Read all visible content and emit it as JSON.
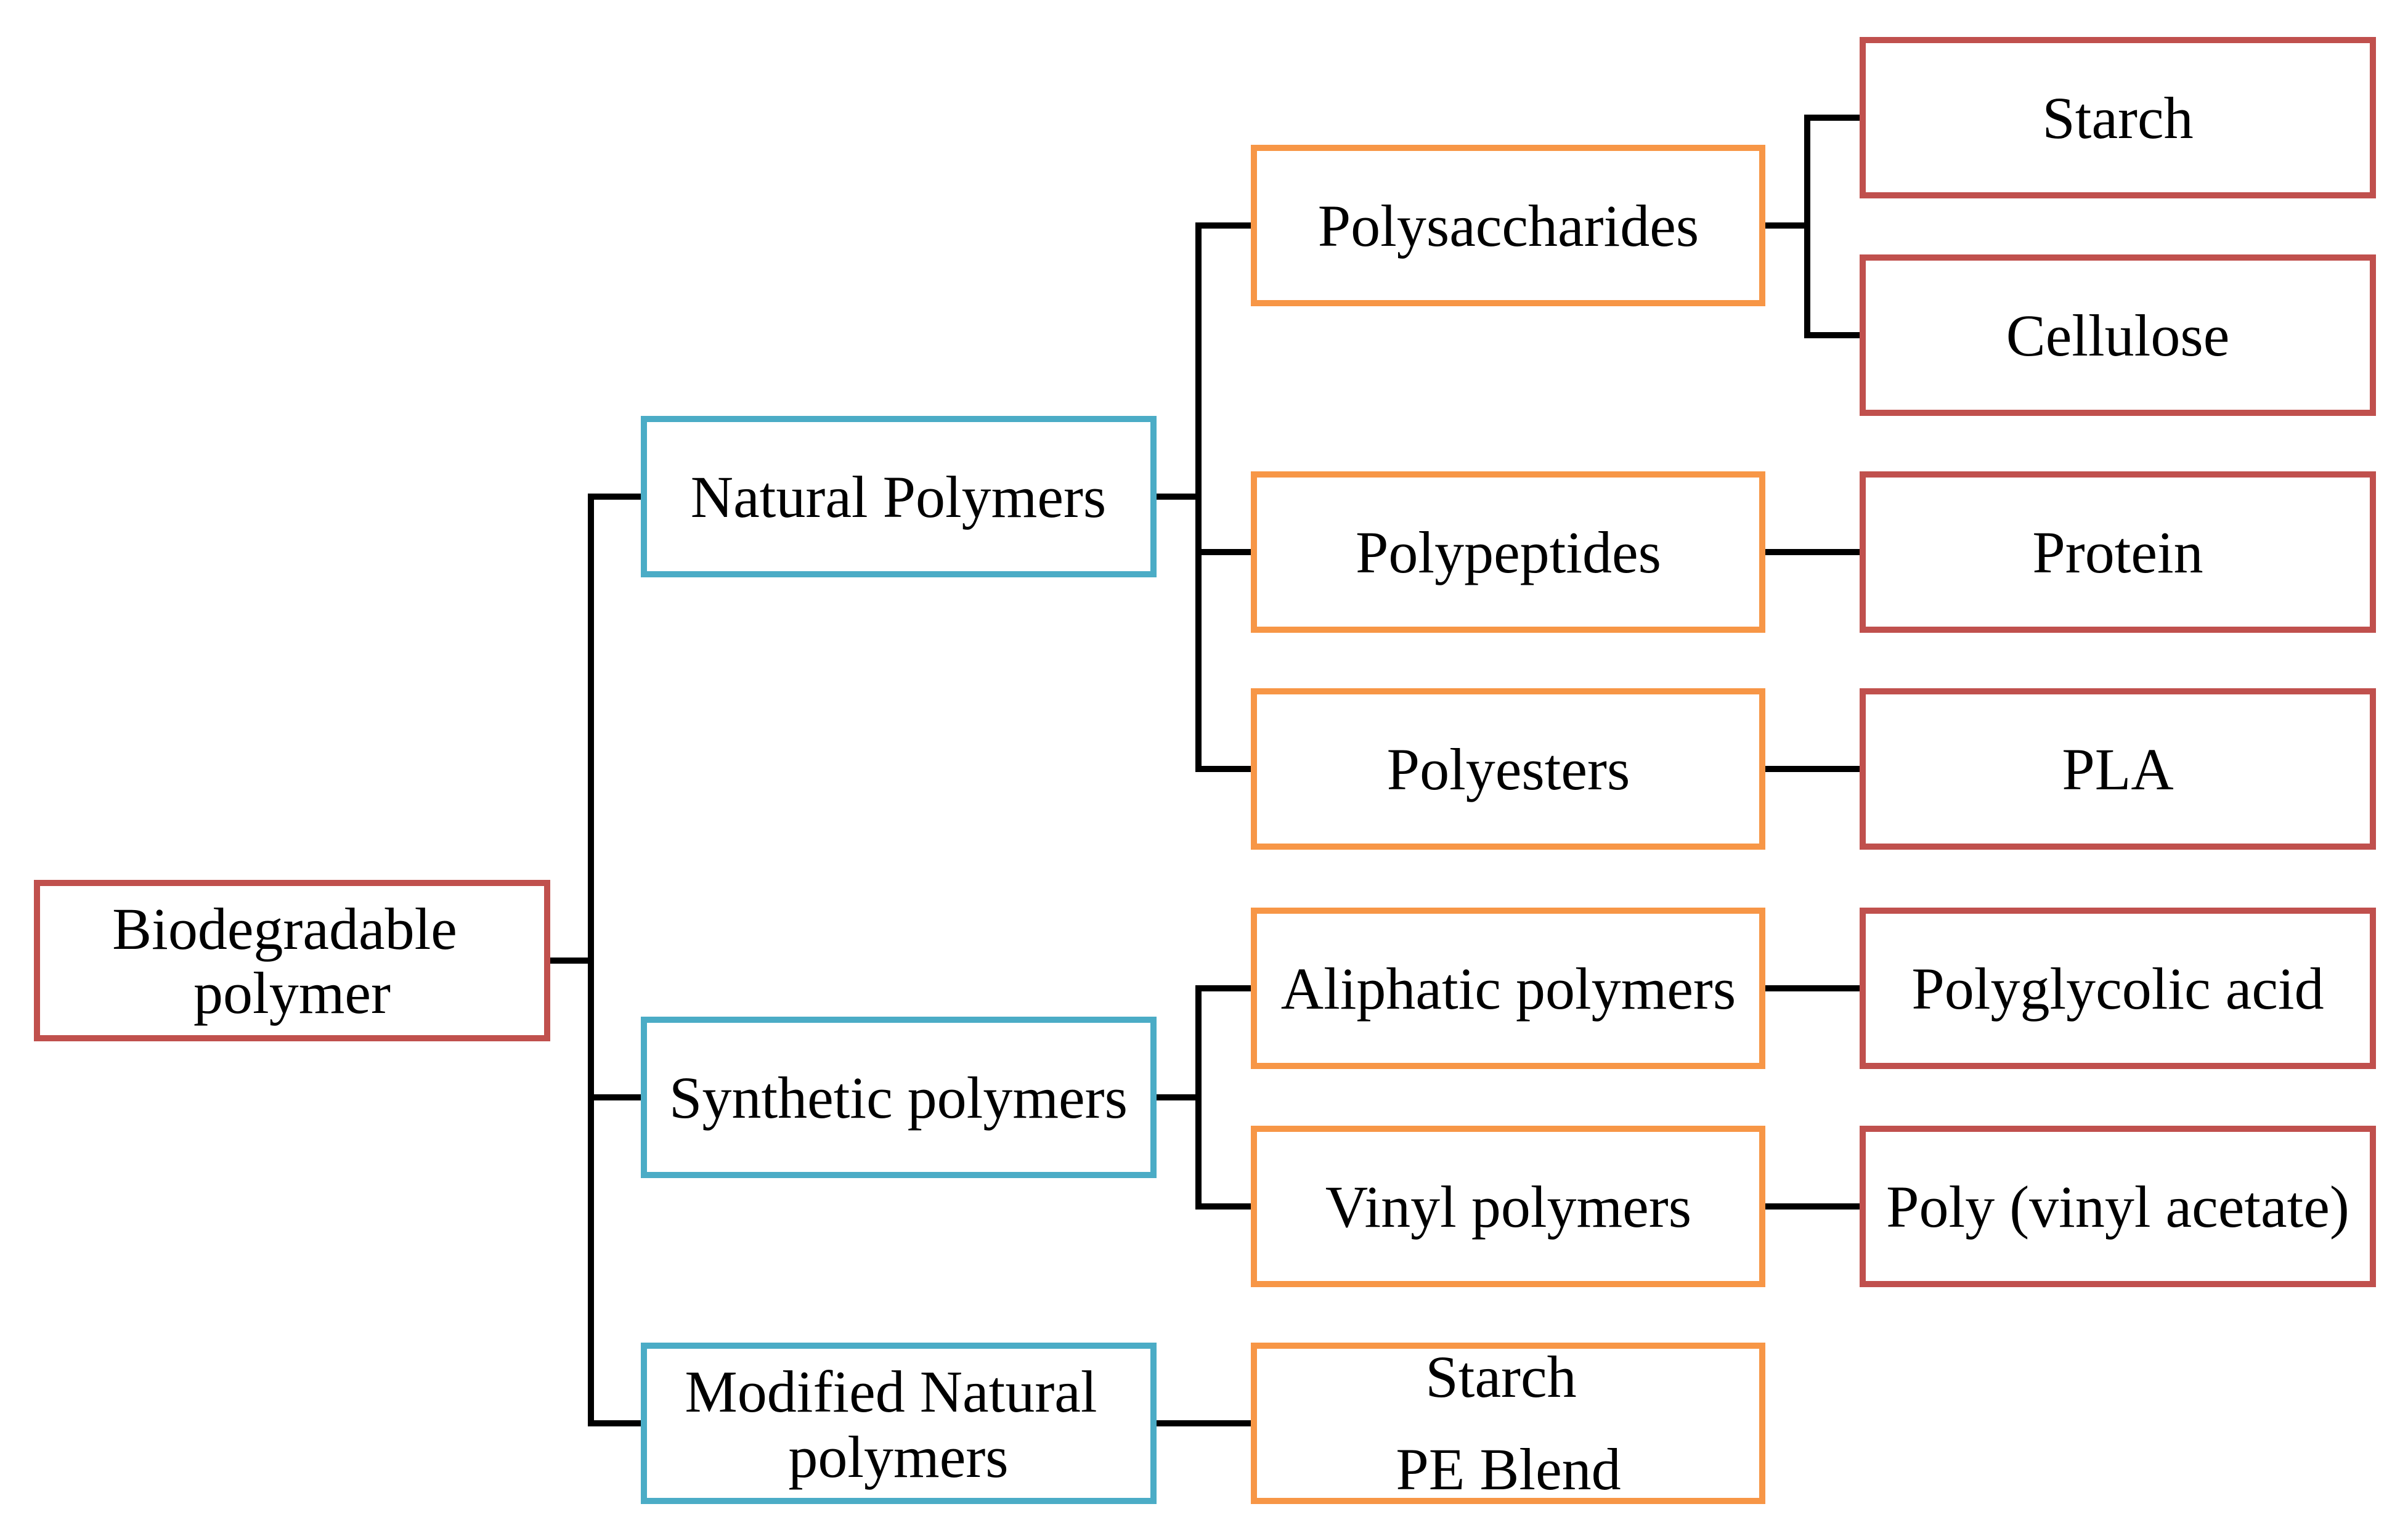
{
  "colors": {
    "root_border": "#C0504D",
    "category_border": "#4BACC6",
    "subclass_border": "#F79646",
    "example_border": "#C0504D",
    "connector": "#000000"
  },
  "nodes": {
    "root": {
      "lines": [
        "Biodegradable",
        "polymer"
      ]
    },
    "natural": {
      "lines": [
        "Natural  Polymers"
      ]
    },
    "synthetic": {
      "lines": [
        "Synthetic  polymers"
      ]
    },
    "modified": {
      "lines": [
        "Modified Natural",
        "polymers"
      ]
    },
    "polysaccharides": {
      "lines": [
        "Polysaccharides"
      ]
    },
    "polypeptides": {
      "lines": [
        "Polypeptides"
      ]
    },
    "polyesters": {
      "lines": [
        "Polyesters"
      ]
    },
    "aliphatic": {
      "lines": [
        "Aliphatic  polymers"
      ]
    },
    "vinyl": {
      "lines": [
        "Vinyl polymers"
      ]
    },
    "starch_pe": {
      "lines": [
        "Starch",
        "PE Blend"
      ]
    },
    "starch": {
      "lines": [
        "Starch"
      ]
    },
    "cellulose": {
      "lines": [
        "Cellulose"
      ]
    },
    "protein": {
      "lines": [
        "Protein"
      ]
    },
    "pla": {
      "lines": [
        "PLA"
      ]
    },
    "polyglycolic": {
      "lines": [
        "Polyglycolic  acid"
      ]
    },
    "pva": {
      "lines": [
        "Poly  (vinyl  acetate)"
      ]
    }
  },
  "edges": [
    {
      "from": "root",
      "to": [
        "natural",
        "synthetic",
        "modified"
      ]
    },
    {
      "from": "natural",
      "to": [
        "polysaccharides",
        "polypeptides",
        "polyesters"
      ]
    },
    {
      "from": "synthetic",
      "to": [
        "aliphatic",
        "vinyl"
      ]
    },
    {
      "from": "modified",
      "to": [
        "starch_pe"
      ]
    },
    {
      "from": "polysaccharides",
      "to": [
        "starch",
        "cellulose"
      ]
    },
    {
      "from": "polypeptides",
      "to": [
        "protein"
      ]
    },
    {
      "from": "polyesters",
      "to": [
        "pla"
      ]
    },
    {
      "from": "aliphatic",
      "to": [
        "polyglycolic"
      ]
    },
    {
      "from": "vinyl",
      "to": [
        "pva"
      ]
    }
  ]
}
